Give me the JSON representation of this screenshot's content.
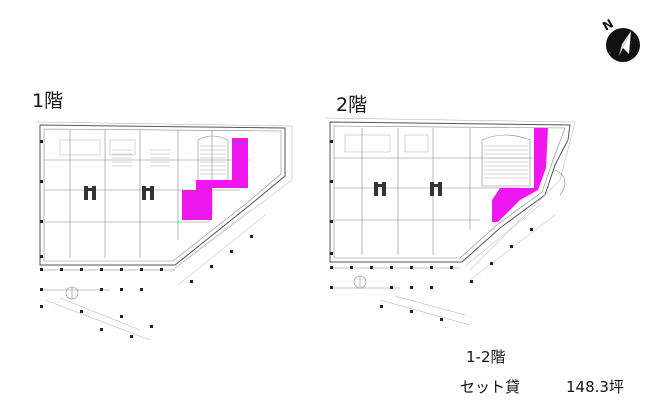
{
  "floors": [
    {
      "label": "1階"
    },
    {
      "label": "2階"
    }
  ],
  "compass": {
    "letter": "N",
    "icon": "north-arrow-icon"
  },
  "info": {
    "floors": "1-2階",
    "type": "セット貸",
    "area": "148.3坪"
  },
  "colors": {
    "highlight": "#ee18ee",
    "lines": "#555555"
  }
}
